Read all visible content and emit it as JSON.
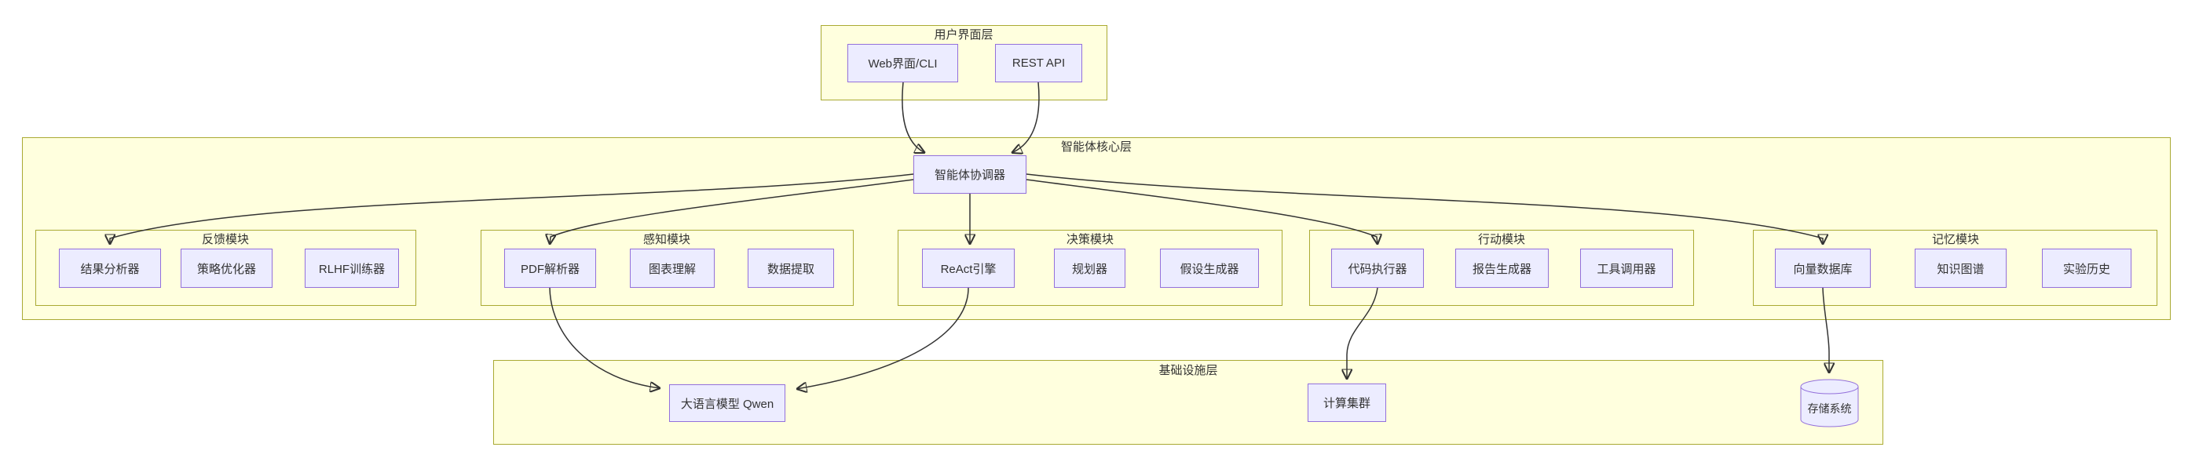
{
  "diagram": {
    "ui_layer": {
      "label": "用户界面层",
      "web_cli": "Web界面/CLI",
      "rest_api": "REST API"
    },
    "core_layer": {
      "label": "智能体核心层",
      "coordinator": "智能体协调器",
      "modules": [
        {
          "label": "反馈模块",
          "nodes": [
            "结果分析器",
            "策略优化器",
            "RLHF训练器"
          ]
        },
        {
          "label": "感知模块",
          "nodes": [
            "PDF解析器",
            "图表理解",
            "数据提取"
          ]
        },
        {
          "label": "决策模块",
          "nodes": [
            "ReAct引擎",
            "规划器",
            "假设生成器"
          ]
        },
        {
          "label": "行动模块",
          "nodes": [
            "代码执行器",
            "报告生成器",
            "工具调用器"
          ]
        },
        {
          "label": "记忆模块",
          "nodes": [
            "向量数据库",
            "知识图谱",
            "实验历史"
          ]
        }
      ]
    },
    "infra_layer": {
      "label": "基础设施层",
      "llm": "大语言模型 Qwen",
      "cluster": "计算集群",
      "storage": "存储系统"
    },
    "colors": {
      "layer_fill": "#ffffde",
      "layer_border": "#aaaa33",
      "node_fill": "#ececff",
      "node_border": "#9370db",
      "edge": "#333333"
    }
  }
}
